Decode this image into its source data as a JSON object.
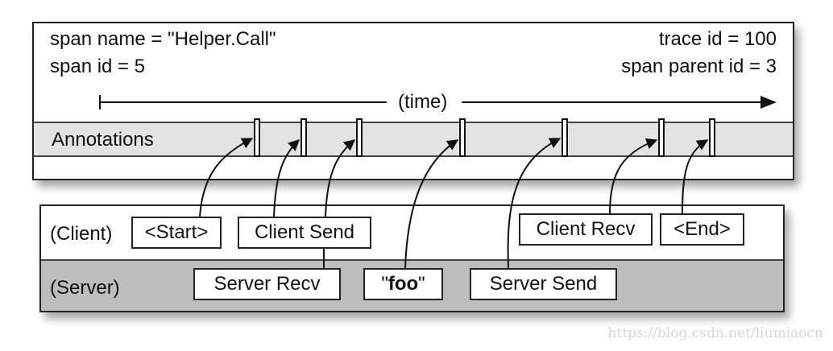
{
  "span": {
    "name_label": "span name = \"Helper.Call\"",
    "id_label": "span id = 5",
    "trace_label": "trace id = 100",
    "parent_label": "span parent id = 3",
    "time_label": "(time)",
    "annotations_label": "Annotations"
  },
  "events": {
    "client_label": "(Client)",
    "server_label": "(Server)",
    "start": "<Start>",
    "client_send": "Client Send",
    "client_recv": "Client Recv",
    "end": "<End>",
    "server_recv": "Server Recv",
    "foo_open": "\"",
    "foo_word": "foo",
    "foo_close": "\"",
    "server_send": "Server Send"
  },
  "watermark": "https://blog.csdn.net/liumiaocn"
}
